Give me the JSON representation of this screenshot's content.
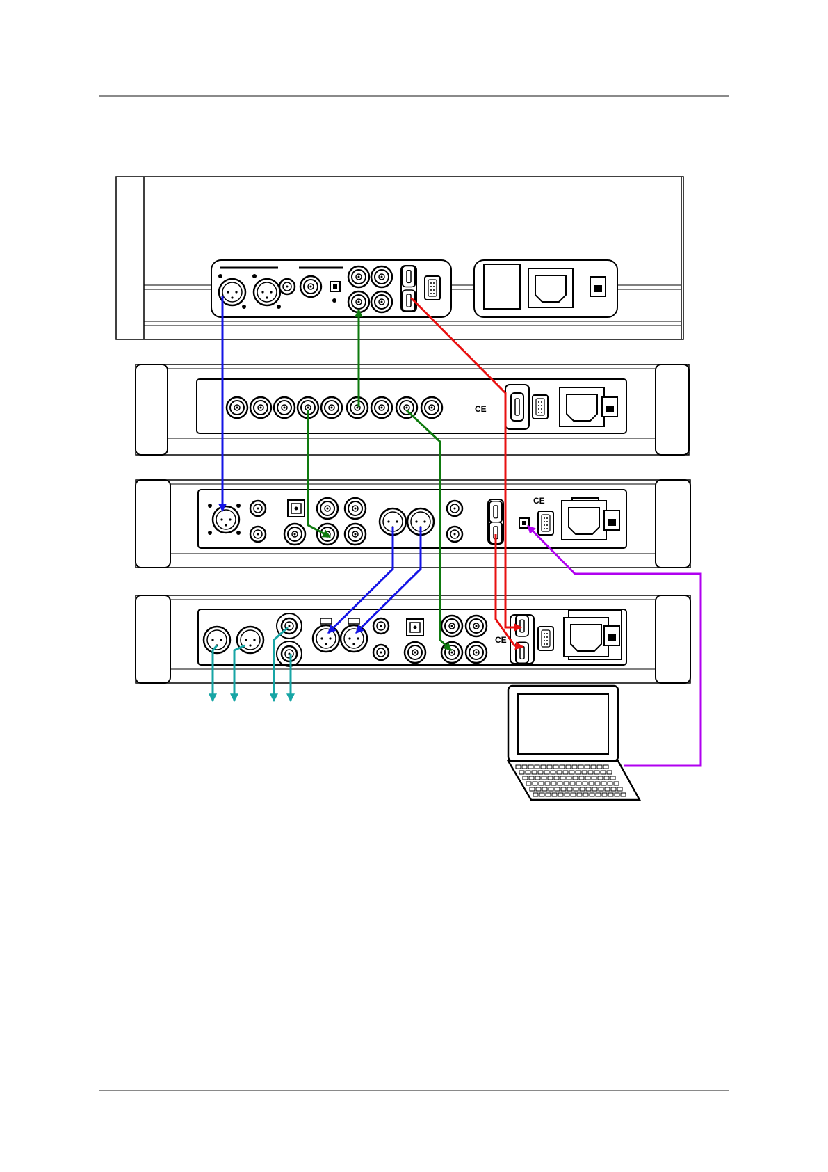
{
  "colors": {
    "outline": "#000000",
    "page_rule": "#8a8a8a",
    "cable_blue": "#1414e6",
    "cable_green": "#0e7a0e",
    "cable_red": "#e81010",
    "cable_magenta": "#b000f0",
    "cable_teal": "#17a5a5"
  },
  "components": [
    {
      "role": "top-unit",
      "icons": [
        "xlr-connector-icon",
        "rca-connector-icon",
        "bnc-connector-icon",
        "usb-port-icon",
        "hdmi-port-icon",
        "serial-port-icon",
        "power-inlet-icon",
        "power-switch-icon"
      ]
    },
    {
      "role": "second-unit",
      "icons": [
        "bnc-connector-icon",
        "hdmi-port-icon",
        "serial-port-icon",
        "power-inlet-icon",
        "power-switch-icon"
      ]
    },
    {
      "role": "third-unit",
      "icons": [
        "xlr-connector-icon",
        "rca-connector-icon",
        "optical-port-icon",
        "hdmi-port-icon",
        "usb-port-icon",
        "serial-port-icon",
        "power-inlet-icon",
        "power-switch-icon"
      ]
    },
    {
      "role": "bottom-unit",
      "icons": [
        "xlr-connector-icon",
        "rca-connector-icon",
        "optical-port-icon",
        "hdmi-port-icon",
        "serial-port-icon",
        "power-inlet-icon",
        "power-switch-icon"
      ]
    },
    {
      "role": "laptop",
      "icons": [
        "laptop-icon"
      ]
    }
  ],
  "marks": {
    "ce_unit2": "CE",
    "ce_unit3": "CE",
    "ce_unit4": "CE"
  }
}
